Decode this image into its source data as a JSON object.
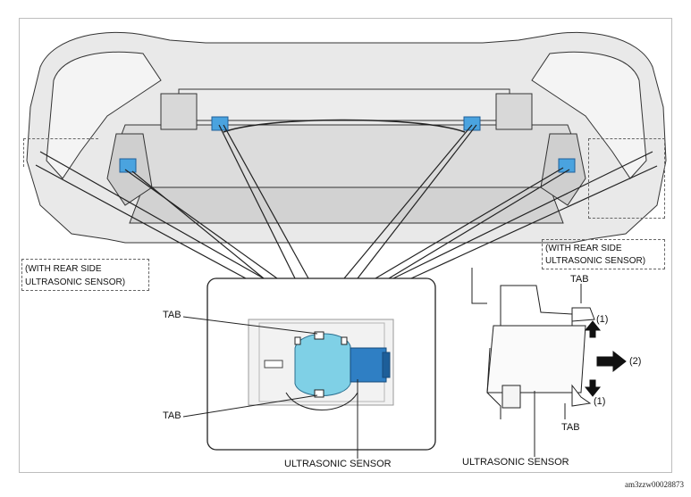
{
  "labels": {
    "left_note_line1": "(WITH REAR SIDE",
    "left_note_line2": "ULTRASONIC SENSOR)",
    "right_note_line1": "(WITH REAR SIDE",
    "right_note_line2": "ULTRASONIC SENSOR)",
    "detail_tab_top": "TAB",
    "detail_tab_bottom": "TAB",
    "detail_sensor": "ULTRASONIC SENSOR",
    "side_tab_top": "TAB",
    "side_tab_bottom": "TAB",
    "side_step1_top": "(1)",
    "side_step2": "(2)",
    "side_step1_bottom": "(1)",
    "side_sensor": "ULTRASONIC SENSOR"
  },
  "image_code": "am3zzw00028873",
  "colors": {
    "sensor_fill": "#7fd0e6",
    "sensor_dark": "#2f7fc4",
    "bumper_fill": "#e6e6e6",
    "line": "#222222"
  }
}
